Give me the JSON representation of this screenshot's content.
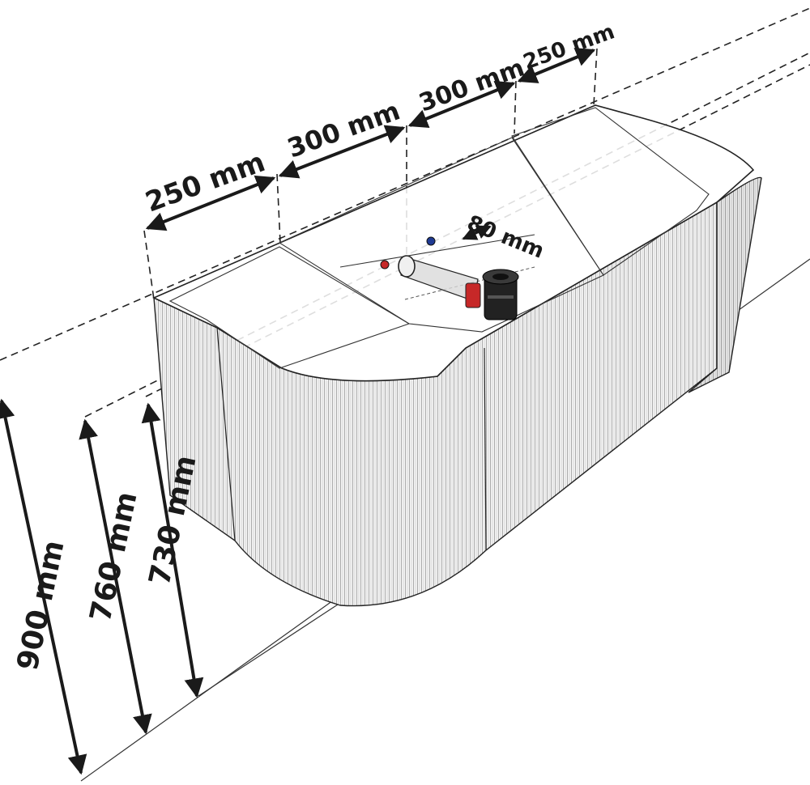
{
  "diagram": {
    "widths": {
      "left_end": "250 mm",
      "left_middle": "300 mm",
      "right_middle": "300 mm",
      "right_end": "250 mm"
    },
    "drain_offset": "80 mm",
    "heights": {
      "total": "900 mm",
      "middle": "760 mm",
      "front": "730 mm"
    },
    "colors": {
      "line": "#1a1a1a",
      "hot_valve": "#c62828",
      "cold_valve": "#1f3a93",
      "drain_body": "#222222",
      "pipe": "#d9d9d9"
    }
  }
}
